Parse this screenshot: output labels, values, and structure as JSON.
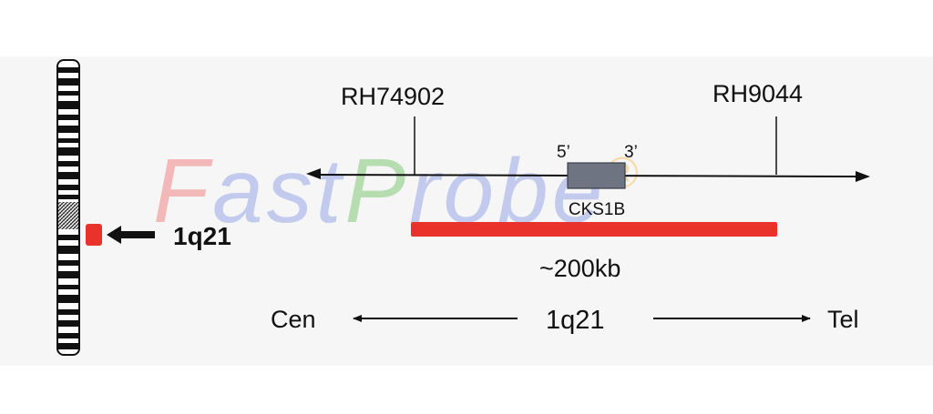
{
  "watermark": {
    "parts": [
      {
        "text": "F",
        "color": "#f3b9b9"
      },
      {
        "text": "ast",
        "color": "#c2cbee"
      },
      {
        "text": "P",
        "color": "#b5ddb0"
      },
      {
        "text": "robe",
        "color": "#c2cbee"
      },
      {
        "text": "®",
        "color": "#f7dcaa"
      }
    ]
  },
  "band_label": "1q21",
  "markers": {
    "left": "RH74902",
    "right": "RH9044"
  },
  "gene": {
    "name": "CKS1B",
    "five_prime": "5’",
    "three_prime": "3’"
  },
  "probe": {
    "size_label": "~200kb",
    "color": "#e8322a"
  },
  "orientation": {
    "left": "Cen",
    "center": "1q21",
    "right": "Tel"
  },
  "colors": {
    "highlight": "#e8322a",
    "gene_box": "#6e7482",
    "line": "#111111"
  }
}
